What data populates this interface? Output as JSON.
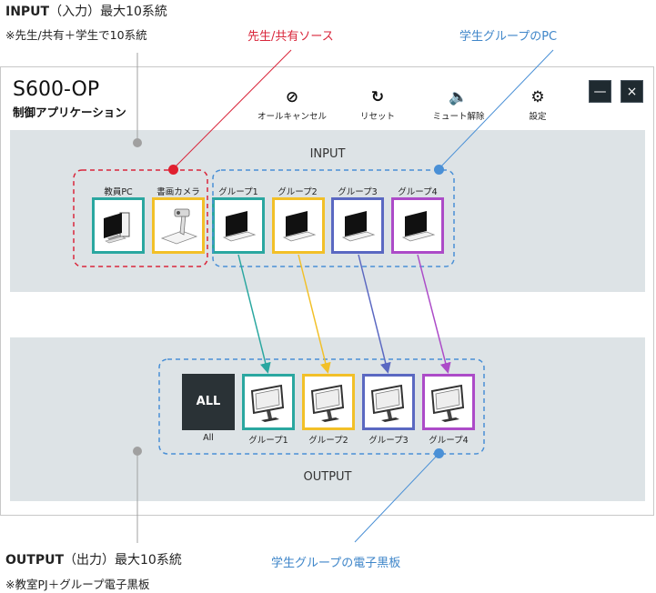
{
  "notes": {
    "input_title": "INPUT",
    "input_title_rest": "（入力）最大10系統",
    "input_sub": "※先生/共有＋学生で10系統",
    "output_title": "OUTPUT",
    "output_title_rest": "（出力）最大10系統",
    "output_sub": "※教室PJ＋グループ電子黒板"
  },
  "callouts": {
    "teacher_share": "先生/共有ソース",
    "student_pc": "学生グループのPC",
    "student_board": "学生グループの電子黒板"
  },
  "app": {
    "title": "S600-OP",
    "subtitle": "制御アプリケーション",
    "toolbar": [
      {
        "icon": "cancel-icon",
        "glyph": "⊘",
        "label": "オールキャンセル"
      },
      {
        "icon": "reset-icon",
        "glyph": "↻",
        "label": "リセット"
      },
      {
        "icon": "mute-icon",
        "glyph": "🔈",
        "label": "ミュート解除"
      },
      {
        "icon": "gear-icon",
        "glyph": "⚙",
        "label": "設定"
      }
    ],
    "window_controls": {
      "minimize": "—",
      "close": "×"
    }
  },
  "input": {
    "label": "INPUT",
    "sources": [
      {
        "label": "教員PC",
        "icon": "desktop-pc-icon",
        "color": "#2aa7a0"
      },
      {
        "label": "書画カメラ",
        "icon": "document-camera-icon",
        "color": "#f2c028"
      },
      {
        "label": "グループ1",
        "icon": "laptop-icon",
        "color": "#2aa7a0"
      },
      {
        "label": "グループ2",
        "icon": "laptop-icon",
        "color": "#f2c028"
      },
      {
        "label": "グループ3",
        "icon": "laptop-icon",
        "color": "#5a68c2"
      },
      {
        "label": "グループ4",
        "icon": "laptop-icon",
        "color": "#ac4bc8"
      }
    ]
  },
  "output": {
    "label": "OUTPUT",
    "all": {
      "box_text": "ALL",
      "label": "All"
    },
    "targets": [
      {
        "label": "グループ1",
        "icon": "monitor-icon",
        "color": "#2aa7a0"
      },
      {
        "label": "グループ2",
        "icon": "monitor-icon",
        "color": "#f2c028"
      },
      {
        "label": "グループ3",
        "icon": "monitor-icon",
        "color": "#5a68c2"
      },
      {
        "label": "グループ4",
        "icon": "monitor-icon",
        "color": "#ac4bc8"
      }
    ]
  },
  "colors": {
    "red": "#d9263b",
    "blue": "#4a90d6",
    "teal": "#2aa7a0",
    "yellow": "#f2c028",
    "indigo": "#5a68c2",
    "purple": "#ac4bc8"
  }
}
